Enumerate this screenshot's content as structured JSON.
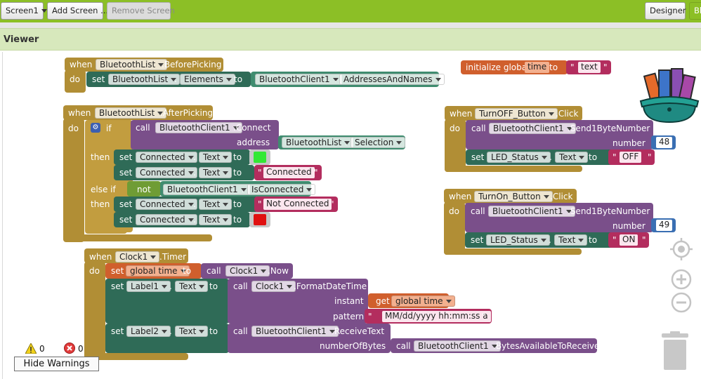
{
  "toolbar": {
    "screen_select": "Screen1",
    "add_screen": "Add Screen ...",
    "remove_screen": "Remove Screen",
    "designer": "Designer",
    "blocks_partial": "Bl"
  },
  "viewer": {
    "title": "Viewer"
  },
  "words": {
    "when": "when",
    "do": "do",
    "set": "set",
    "to": "to",
    "call": "call",
    "if": "if",
    "then": "then",
    "else_if": "else if",
    "not": "not",
    "get": "get",
    "initialize_global": "initialize global",
    "address": "address",
    "number": "number",
    "instant": "instant",
    "pattern": "pattern",
    "number_of_bytes": "numberOfBytes",
    "dot": "."
  },
  "blocks": {
    "before_picking": {
      "component": "BluetoothList",
      "event": ".BeforePicking",
      "set_component": "BluetoothList",
      "set_prop": "Elements",
      "value_component": "BluetoothClient1",
      "value_prop": "AddressesAndNames"
    },
    "init_global": {
      "var": "time",
      "value": "text"
    },
    "after_picking": {
      "component": "BluetoothList",
      "event": ".AfterPicking",
      "connect_component": "BluetoothClient1",
      "connect_method": ".Connect",
      "address_component": "BluetoothList",
      "address_prop": "Selection",
      "set1_component": "Connected",
      "set1_prop": "Text",
      "set2_component": "Connected",
      "set2_prop": "Text",
      "set2_value": "Connected",
      "not_component": "BluetoothClient1",
      "not_prop": "IsConnected",
      "set3_component": "Connected",
      "set3_prop": "Text",
      "set3_value": "Not Connected",
      "set4_component": "Connected",
      "set4_prop": "Text"
    },
    "turn_off": {
      "component": "TurnOFF_Button",
      "event": ".Click",
      "call_component": "BluetoothClient1",
      "call_method": ".Send1ByteNumber",
      "number": "48",
      "set_component": "LED_Status",
      "set_prop": "Text",
      "set_value": "OFF"
    },
    "turn_on": {
      "component": "TurnOn_Button",
      "event": ".Click",
      "call_component": "BluetoothClient1",
      "call_method": ".Send1ByteNumber",
      "number": "49",
      "set_component": "LED_Status",
      "set_prop": "Text",
      "set_value": "ON"
    },
    "clock_timer": {
      "component": "Clock1",
      "event": ".Timer",
      "set_global": "global time",
      "now_component": "Clock1",
      "now_method": ".Now",
      "label1": "Label1",
      "label1_prop": "Text",
      "format_component": "Clock1",
      "format_method": ".FormatDateTime",
      "get_global": "global time",
      "pattern_value": "MM/dd/yyyy hh:mm:ss a",
      "label2": "Label2",
      "label2_prop": "Text",
      "receive_component": "BluetoothClient1",
      "receive_method": ".ReceiveText",
      "bytes_component": "BluetoothClient1",
      "bytes_method": ".BytesAvailableToReceive"
    }
  },
  "warnings": {
    "warning_count": "0",
    "error_count": "0",
    "hide_label": "Hide Warnings"
  },
  "colors": {
    "toolbar": "#8cbf26",
    "control": "#b18e35",
    "component": "#7a4f8a",
    "setter": "#2f6b57",
    "variable": "#d05f2d",
    "text": "#b32d5e",
    "number": "#3a6fb3",
    "logic": "#6f9c35",
    "green_color": "#33e833",
    "red_color": "#e01010"
  },
  "icons": [
    "gear-icon",
    "backpack-icon",
    "recenter-icon",
    "zoom-in-icon",
    "zoom-out-icon",
    "trash-icon",
    "warning-icon",
    "error-icon"
  ]
}
